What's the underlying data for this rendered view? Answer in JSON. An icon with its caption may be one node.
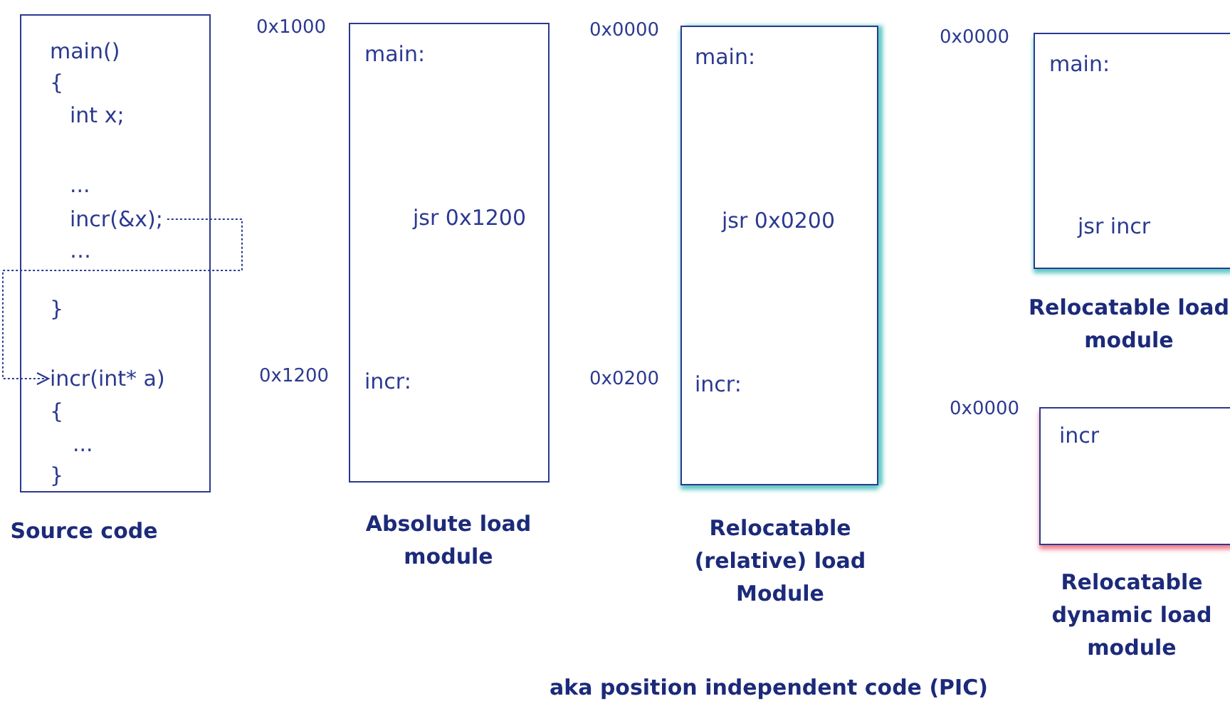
{
  "diagram": {
    "nodes": [
      {
        "text": [
          "main()",
          "{",
          "int x;",
          "...",
          "…",
          "}",
          "{",
          "...",
          "}"
        ],
        "beside": [
          "Source code"
        ]
      },
      {
        "text": [
          "incr(&x);"
        ],
        "in": 0
      },
      {
        "text": [
          "incr(int* a)"
        ],
        "in": 0
      },
      {
        "text": [
          "main:",
          "jsr 0x1200",
          "incr:"
        ],
        "beside": [
          "0x1000",
          "0x1200",
          "Absolute load module"
        ]
      },
      {
        "text": [
          "main:",
          "jsr 0x0200",
          "incr:"
        ],
        "beside": [
          "0x0000",
          "0x0200",
          "Relocatable (relative) load Module"
        ]
      },
      {
        "text": [
          "main:",
          "jsr incr"
        ],
        "beside": [
          "0x0000",
          "Relocatable load module"
        ]
      },
      {
        "text": [
          "incr"
        ],
        "beside": [
          "0x0000",
          "Relocatable dynamic load module"
        ]
      }
    ],
    "edges": [
      {
        "from": 1,
        "to": 2,
        "arrow": "to",
        "style": "dashed"
      }
    ],
    "labels": [
      "aka position independent code (PIC)"
    ]
  }
}
